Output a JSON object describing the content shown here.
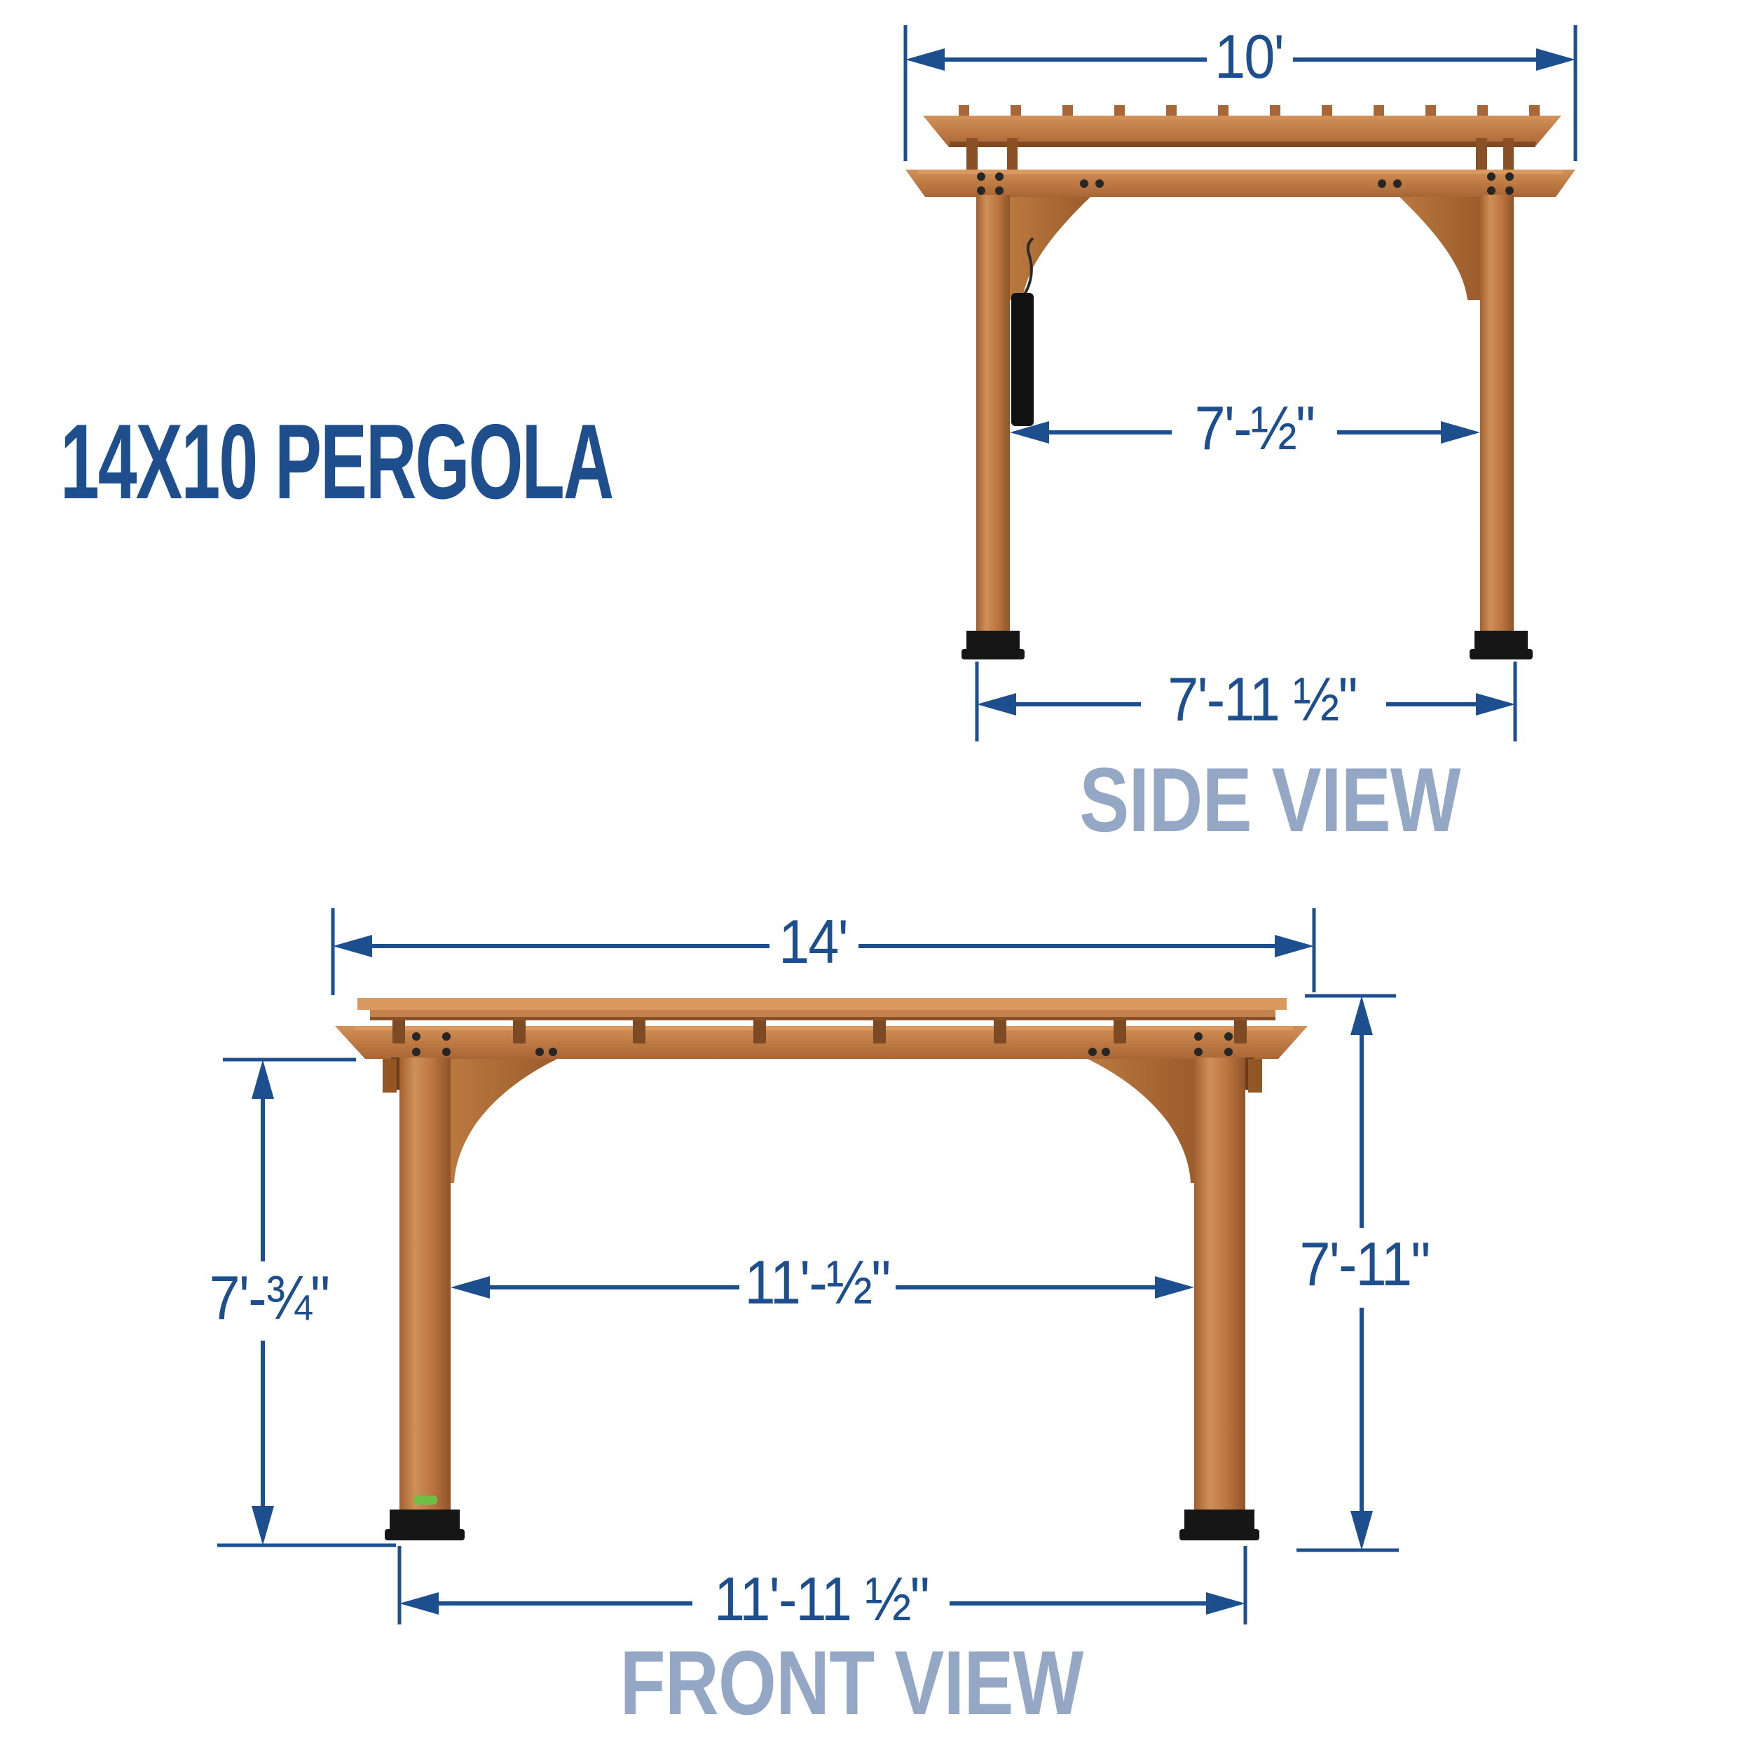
{
  "title": "14X10 PERGOLA",
  "side_view": {
    "label": "SIDE VIEW",
    "dim_width_top": "10'",
    "dim_posts_inner": "7'-½\"",
    "dim_posts_outer": "7'-11 ½\""
  },
  "front_view": {
    "label": "FRONT VIEW",
    "dim_width_top": "14'",
    "dim_height_left": "7'-¾\"",
    "dim_posts_inner": "11'-½\"",
    "dim_height_right": "7'-11\"",
    "dim_posts_outer": "11'-11 ½\""
  },
  "colors": {
    "dimension_blue": "#1d4f8e",
    "title_blue": "#1e4e8c",
    "view_label_gray_blue": "#94a8c5",
    "wood_light": "#d9995f",
    "wood_face": "#c6824b",
    "wood_dark": "#8a5126",
    "wood_shadow": "#7e4a24",
    "hardware_black": "#1a1a1a",
    "sticker_green": "#6fbf44"
  }
}
